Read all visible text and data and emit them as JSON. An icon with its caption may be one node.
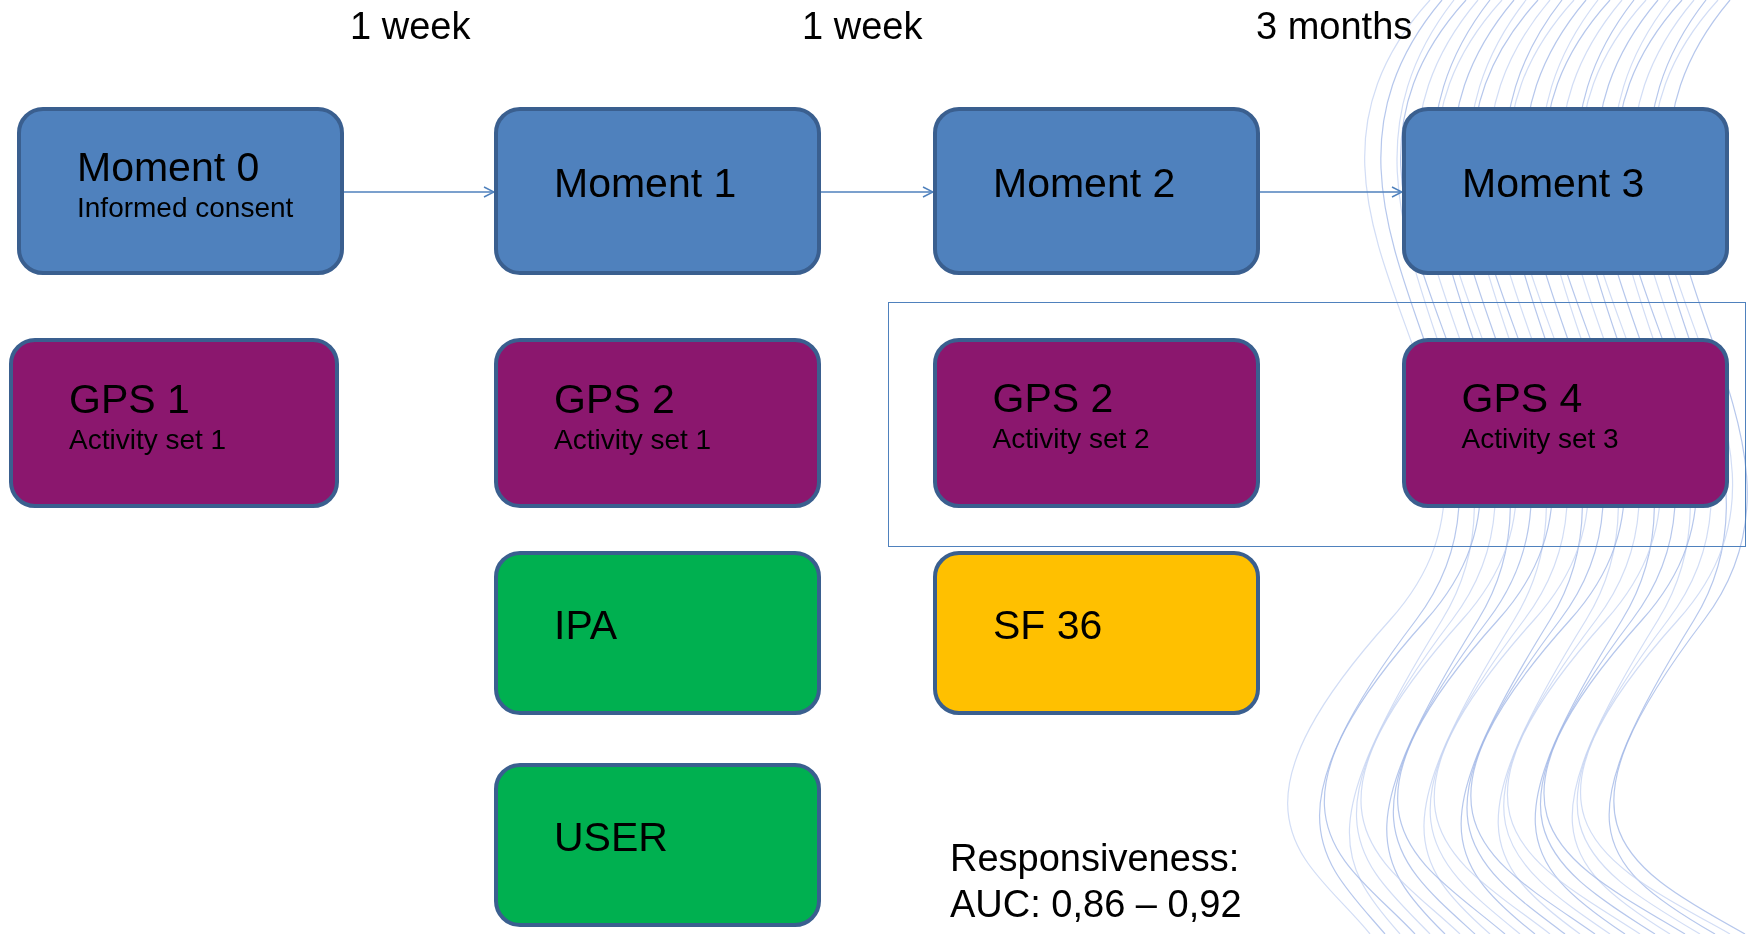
{
  "diagram": {
    "nodes": [
      {
        "text": [
          "Moment 0",
          "Informed consent"
        ]
      },
      {
        "text": [
          "Moment 1"
        ]
      },
      {
        "text": [
          "Moment 2"
        ]
      },
      {
        "text": [
          "Moment 3"
        ]
      },
      {
        "text": [
          "GPS 1",
          "Activity set 1"
        ]
      },
      {
        "text": [
          "GPS 2",
          "Activity set 1"
        ]
      },
      {
        "text": [],
        "shape": "box"
      },
      {
        "text": [
          "GPS 2",
          "Activity set 2"
        ],
        "in": 6
      },
      {
        "text": [
          "GPS 4",
          "Activity set 3"
        ],
        "in": 6
      },
      {
        "text": [
          "IPA"
        ]
      },
      {
        "text": [
          "SF 36"
        ]
      },
      {
        "text": [
          "USER"
        ]
      }
    ],
    "edges": [
      {
        "from": 0,
        "to": 1,
        "arrow": "to"
      },
      {
        "from": 1,
        "to": 2,
        "arrow": "to"
      },
      {
        "from": 2,
        "to": 3,
        "arrow": "to"
      }
    ],
    "labels": [
      "1 week",
      "1 week",
      "3 months",
      "Responsiveness: AUC: 0,86 – 0,92"
    ]
  }
}
